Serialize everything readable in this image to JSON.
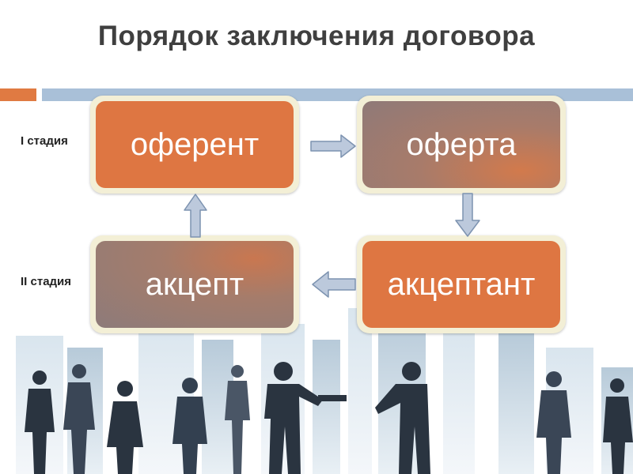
{
  "title": "Порядок заключения договора",
  "stages": {
    "first": "I стадия",
    "second": "II стадия"
  },
  "boxes": {
    "offerer": "оферент",
    "offer": "оферта",
    "acceptor": "акцептант",
    "acceptance": "акцепт"
  },
  "colors": {
    "accent_orange": "#de7642",
    "bar_blue": "#a9c0d8",
    "arrow_fill": "#bcc9dc",
    "arrow_stroke": "#7d93b0"
  }
}
